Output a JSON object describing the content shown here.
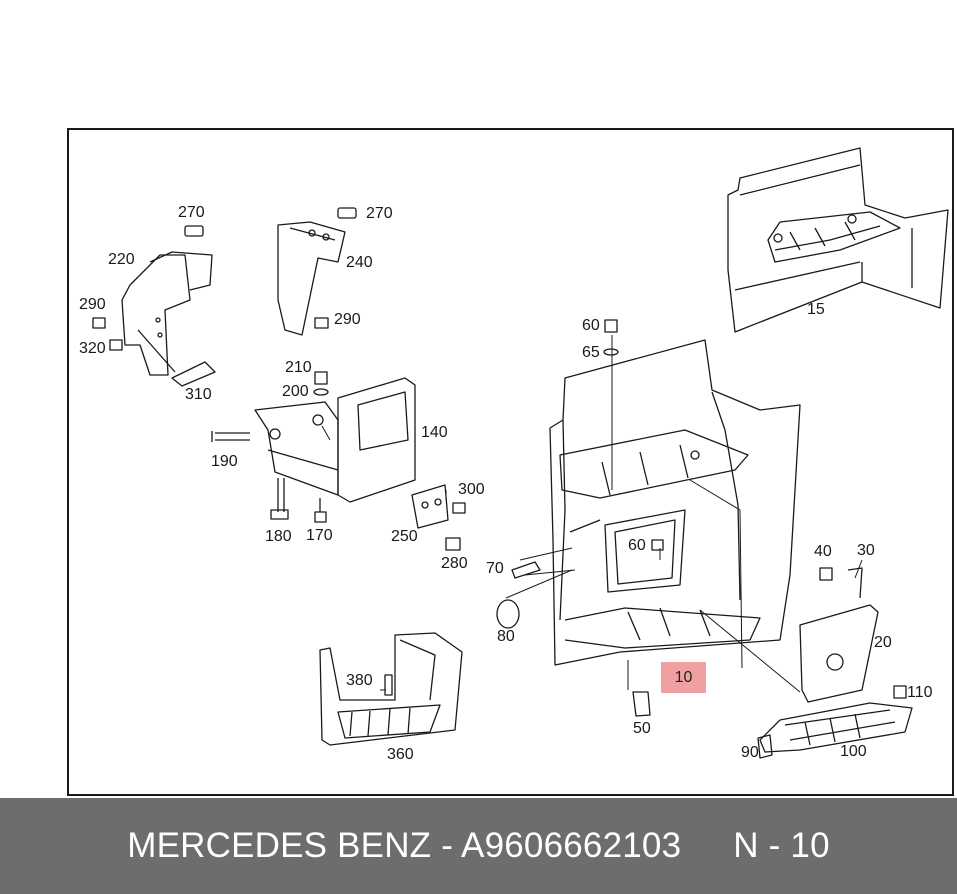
{
  "labels": {
    "l270a": "270",
    "l270b": "270",
    "l220": "220",
    "l240": "240",
    "l290a": "290",
    "l290b": "290",
    "l320": "320",
    "l310": "310",
    "l210": "210",
    "l200": "200",
    "l190": "190",
    "l140": "140",
    "l300": "300",
    "l180": "180",
    "l170": "170",
    "l250": "250",
    "l280": "280",
    "l60a": "60",
    "l65": "65",
    "l60b": "60",
    "l70": "70",
    "l80": "80",
    "l15": "15",
    "l40": "40",
    "l30": "30",
    "l20": "20",
    "l10": "10",
    "l110": "110",
    "l50": "50",
    "l380": "380",
    "l360": "360",
    "l90": "90",
    "l100": "100"
  },
  "highlight_color": "#f0a0a0",
  "footer": {
    "part_text": "MERCEDES BENZ - A9606662103",
    "ref_text": "N - 10",
    "background": "#6d6d6d"
  }
}
